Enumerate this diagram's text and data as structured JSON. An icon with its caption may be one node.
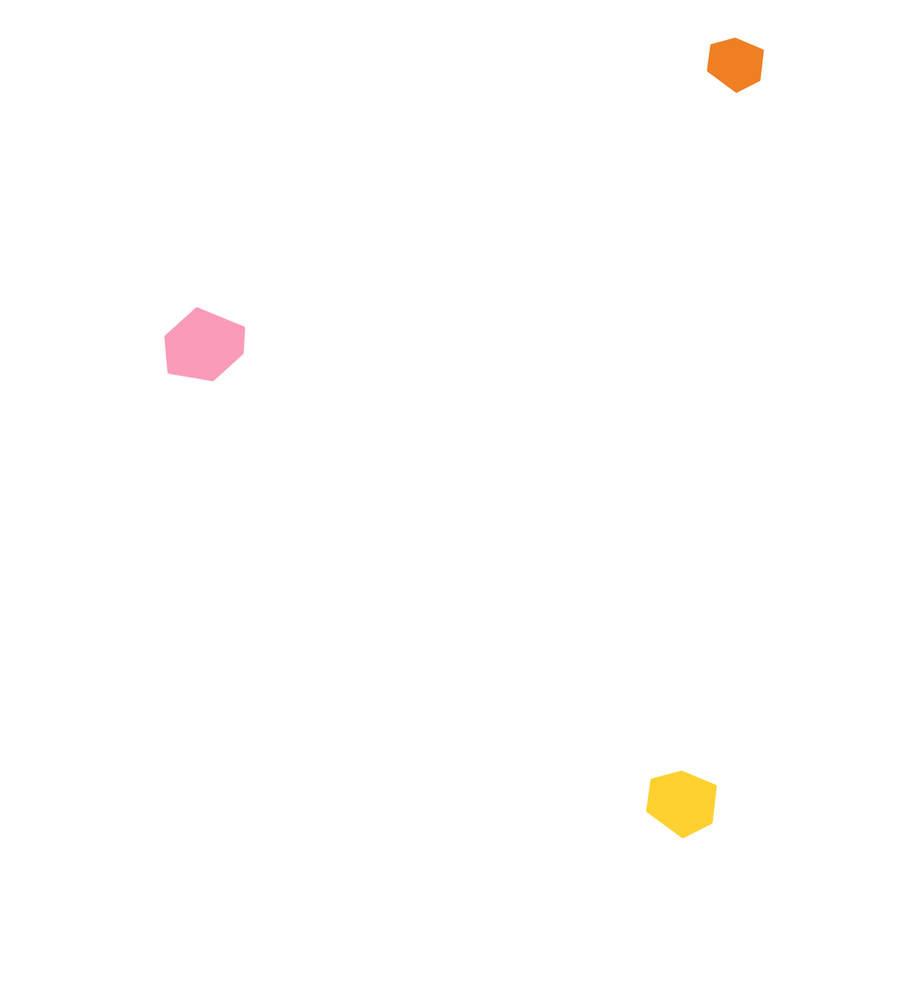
{
  "diagram": {
    "nodes": [
      {
        "text": [],
        "shape": "hexagon"
      },
      {
        "text": [],
        "shape": "pentagon"
      },
      {
        "text": [],
        "shape": "hexagon"
      }
    ]
  }
}
